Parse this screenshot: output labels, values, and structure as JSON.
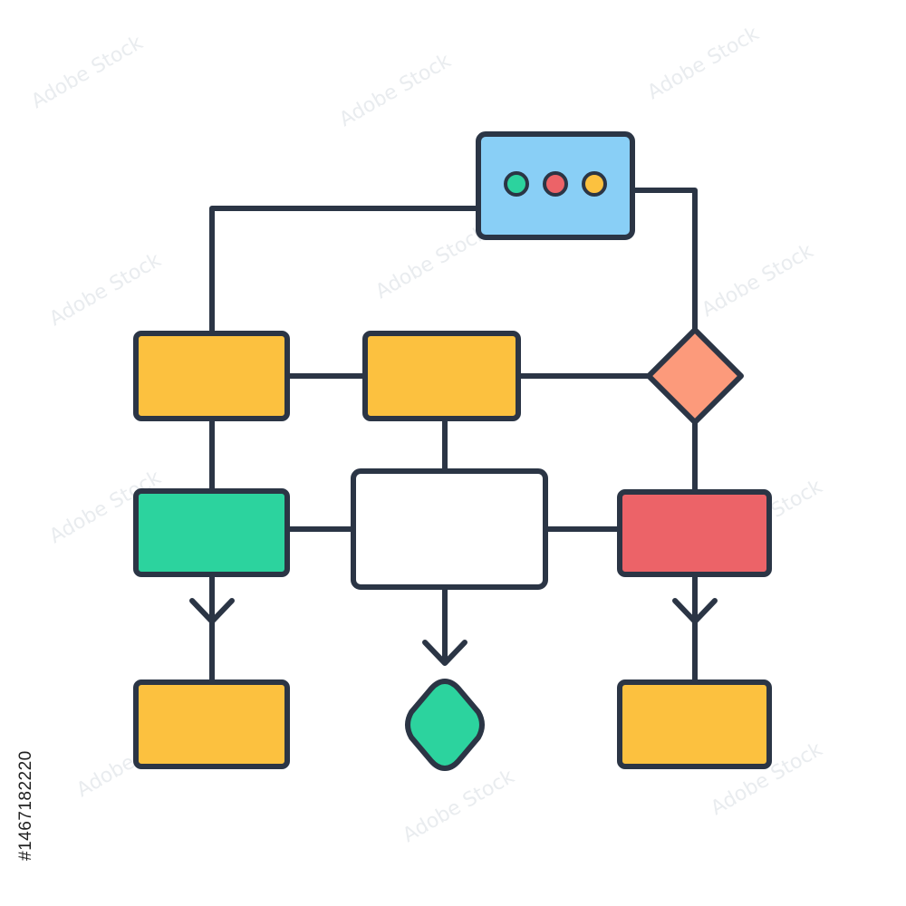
{
  "colors": {
    "outline": "#2b3545",
    "title_box": "#89cff6",
    "process_yellow": "#fcc13f",
    "process_green": "#2cd39e",
    "process_white": "#ffffff",
    "process_red": "#ec6368",
    "decision_orange": "#fc9a7b",
    "terminal_green": "#2cd39e",
    "dot_green": "#2cd39e",
    "dot_red": "#ec6368",
    "dot_yellow": "#fcc13f"
  },
  "nodes": [
    {
      "id": "window",
      "shape": "rounded-rect",
      "color": "title_box",
      "dots": [
        "dot_green",
        "dot_red",
        "dot_yellow"
      ]
    },
    {
      "id": "process-top-left",
      "shape": "rect",
      "color": "process_yellow"
    },
    {
      "id": "process-top-middle",
      "shape": "rect",
      "color": "process_yellow"
    },
    {
      "id": "decision-top-right",
      "shape": "diamond",
      "color": "decision_orange"
    },
    {
      "id": "process-mid-left",
      "shape": "rect",
      "color": "process_green"
    },
    {
      "id": "process-mid-center",
      "shape": "rect",
      "color": "process_white"
    },
    {
      "id": "process-mid-right",
      "shape": "rect",
      "color": "process_red"
    },
    {
      "id": "process-bottom-left",
      "shape": "rect",
      "color": "process_yellow"
    },
    {
      "id": "terminal-bottom-center",
      "shape": "rounded-diamond",
      "color": "terminal_green"
    },
    {
      "id": "process-bottom-right",
      "shape": "rect",
      "color": "process_yellow"
    }
  ],
  "edges": [
    {
      "from": "window",
      "to": "process-top-left"
    },
    {
      "from": "window",
      "to": "decision-top-right"
    },
    {
      "from": "process-top-left",
      "to": "process-top-middle"
    },
    {
      "from": "process-top-middle",
      "to": "decision-top-right"
    },
    {
      "from": "process-top-left",
      "to": "process-mid-left"
    },
    {
      "from": "process-top-middle",
      "to": "process-mid-center"
    },
    {
      "from": "decision-top-right",
      "to": "process-mid-right"
    },
    {
      "from": "process-mid-left",
      "to": "process-mid-center"
    },
    {
      "from": "process-mid-center",
      "to": "process-mid-right"
    },
    {
      "from": "process-mid-left",
      "to": "process-bottom-left",
      "arrow": true
    },
    {
      "from": "process-mid-center",
      "to": "terminal-bottom-center",
      "arrow": true
    },
    {
      "from": "process-mid-right",
      "to": "process-bottom-right",
      "arrow": true
    }
  ],
  "watermark": {
    "text": "Adobe Stock",
    "stock_id": "#1467182220"
  }
}
